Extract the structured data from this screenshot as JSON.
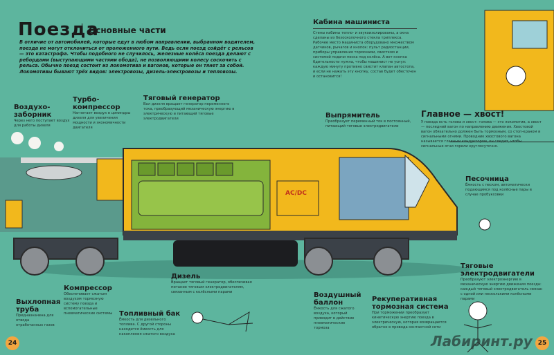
{
  "header": {
    "title": "Поезда",
    "subtitle": "Основные части"
  },
  "intro": "В отличие от автомобилей, которые едут в любом направлении, выбранном водителем, поезда не могут отклониться от проложенного пути. Ведь если поезд сойдёт с рельсов — это катастрофа. Чтобы подобного не случилось, железные колёса поезда делают с ребордами (выступающими частями обода), не позволяющими колесу соскочить с рельса. Обычно поезд состоит из локомотива и вагонов, которые он тянет за собой. Локомотивы бывают трёх видов: электровозы, дизель-электровозы и тепловозы.",
  "labels": {
    "air_intake": {
      "title": "Воздухо-заборник",
      "text": "Через него поступает воздух для работы дизеля"
    },
    "turbo": {
      "title": "Турбо-компрессор",
      "text": "Нагнетает воздух в цилиндры дизеля для увеличения мощности и экономичности двигателя"
    },
    "generator": {
      "title": "Тяговый генератор",
      "text": "Вал дизеля вращает генератор переменного тока, преобразующий механическую энергию в электрическую и питающий тяговые электродвигатели"
    },
    "cabin": {
      "title": "Кабина машиниста",
      "text": "Стены кабины тепло- и звукоизолированы, а окна сделаны из безосколочного стекла триплекса. Рабочее место машиниста оборудовано множеством датчиков, рычагов и кнопок: пульт радиостанции, приборы управления тормозами, свистком и системой подачи песка под колёса. А вот кнопка бдительности нужна, чтобы машинист не уснул: каждую минуту противно свистит клапан автостопа, и если не нажать эту кнопку, состав будет обесточен и остановится!"
    },
    "rectifier": {
      "title": "Выпрямитель",
      "text": "Преобразует переменный ток в постоянный, питающий тяговые электродвигатели"
    },
    "tail": {
      "title": "Главное — хвост!",
      "text": "У поезда есть голова и хвост: голова — это локомотив, а хвост — последний вагон по направлению движения. Хвостовой вагон обязательно должен быть тормозным, со стоп-краном и сигнальными огнями. Проводник хвостового вагона называется главным кондуктором, он следит, чтобы сигнальные огни горели круглосуточно."
    },
    "sandbox": {
      "title": "Песочница",
      "text": "Ёмкость с песком, автоматически подающимся под колёсные пары в случае пробуксовки"
    },
    "traction_motors": {
      "title": "Тяговые электродвигатели",
      "text": "Преобразуют электроэнергию в механическую энергию движения поезда: каждый тяговый электродвигатель связан с одной или несколькими колёсными парами"
    },
    "exhaust": {
      "title": "Выхлопная труба",
      "text": "Предназначена для отвода отработанных газов"
    },
    "compressor": {
      "title": "Компрессор",
      "text": "Обеспечивает сжатым воздухом тормозную систему поезда и вспомогательные пневматические системы"
    },
    "fuel_tank": {
      "title": "Топливный бак",
      "text": "Ёмкость для дизельного топлива. С другой стороны находится ёмкость для накопления сжатого воздуха"
    },
    "diesel": {
      "title": "Дизель",
      "text": "Вращает тяговый генератор, обеспечивая питание тяговым электродвигателям, связанным с колёсными парами"
    },
    "air_tank": {
      "title": "Воздушный баллон",
      "text": "Ёмкость для сжатого воздуха, который приводит в действие пневматические тормоза"
    },
    "regen": {
      "title": "Рекуперативная тормозная система",
      "text": "При торможении преобразует кинетическую энергию поезда в электрическую, которая возвращается обратно в провода контактной сети"
    }
  },
  "train": {
    "sign": "AC/DC"
  },
  "pages": {
    "left": "24",
    "right": "25"
  },
  "watermark": "Лабиринт.ру",
  "colors": {
    "bg": "#5db59e",
    "yellow": "#f2b81c",
    "green": "#7fb33a",
    "dark": "#3b4148"
  }
}
